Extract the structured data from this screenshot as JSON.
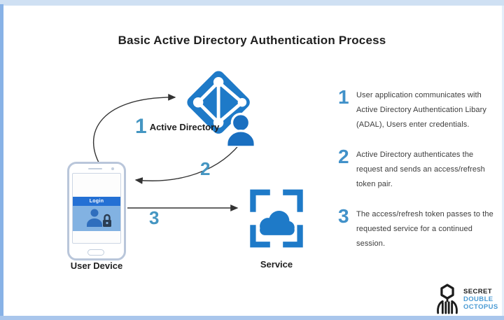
{
  "title": "Basic Active Directory Authentication Process",
  "diagram": {
    "active_directory": {
      "step_number": "1",
      "label": "Active Directory"
    },
    "user_device": {
      "label": "User Device",
      "login_label": "Login"
    },
    "service": {
      "label": "Service"
    },
    "arrow_2_number": "2",
    "arrow_3_number": "3"
  },
  "steps": [
    {
      "number": "1",
      "text": "User application communicates with Active Directory Authentication Libary (ADAL), Users enter credentials."
    },
    {
      "number": "2",
      "text": "Active Directory authenticates the request and sends an access/refresh token pair."
    },
    {
      "number": "3",
      "text": "The access/refresh token passes to the requested service for a continued session."
    }
  ],
  "logo": {
    "line1": "SECRET",
    "line2": "DOUBLE",
    "line3": "OCTOPUS"
  },
  "colors": {
    "icon_blue": "#1e7ac8",
    "person_blue": "#1a6fc0",
    "step_number_blue": "#4191c9",
    "diagram_number_blue": "#4596c2",
    "logo_blue": "#4a9bd4",
    "arrow": "#333333"
  }
}
